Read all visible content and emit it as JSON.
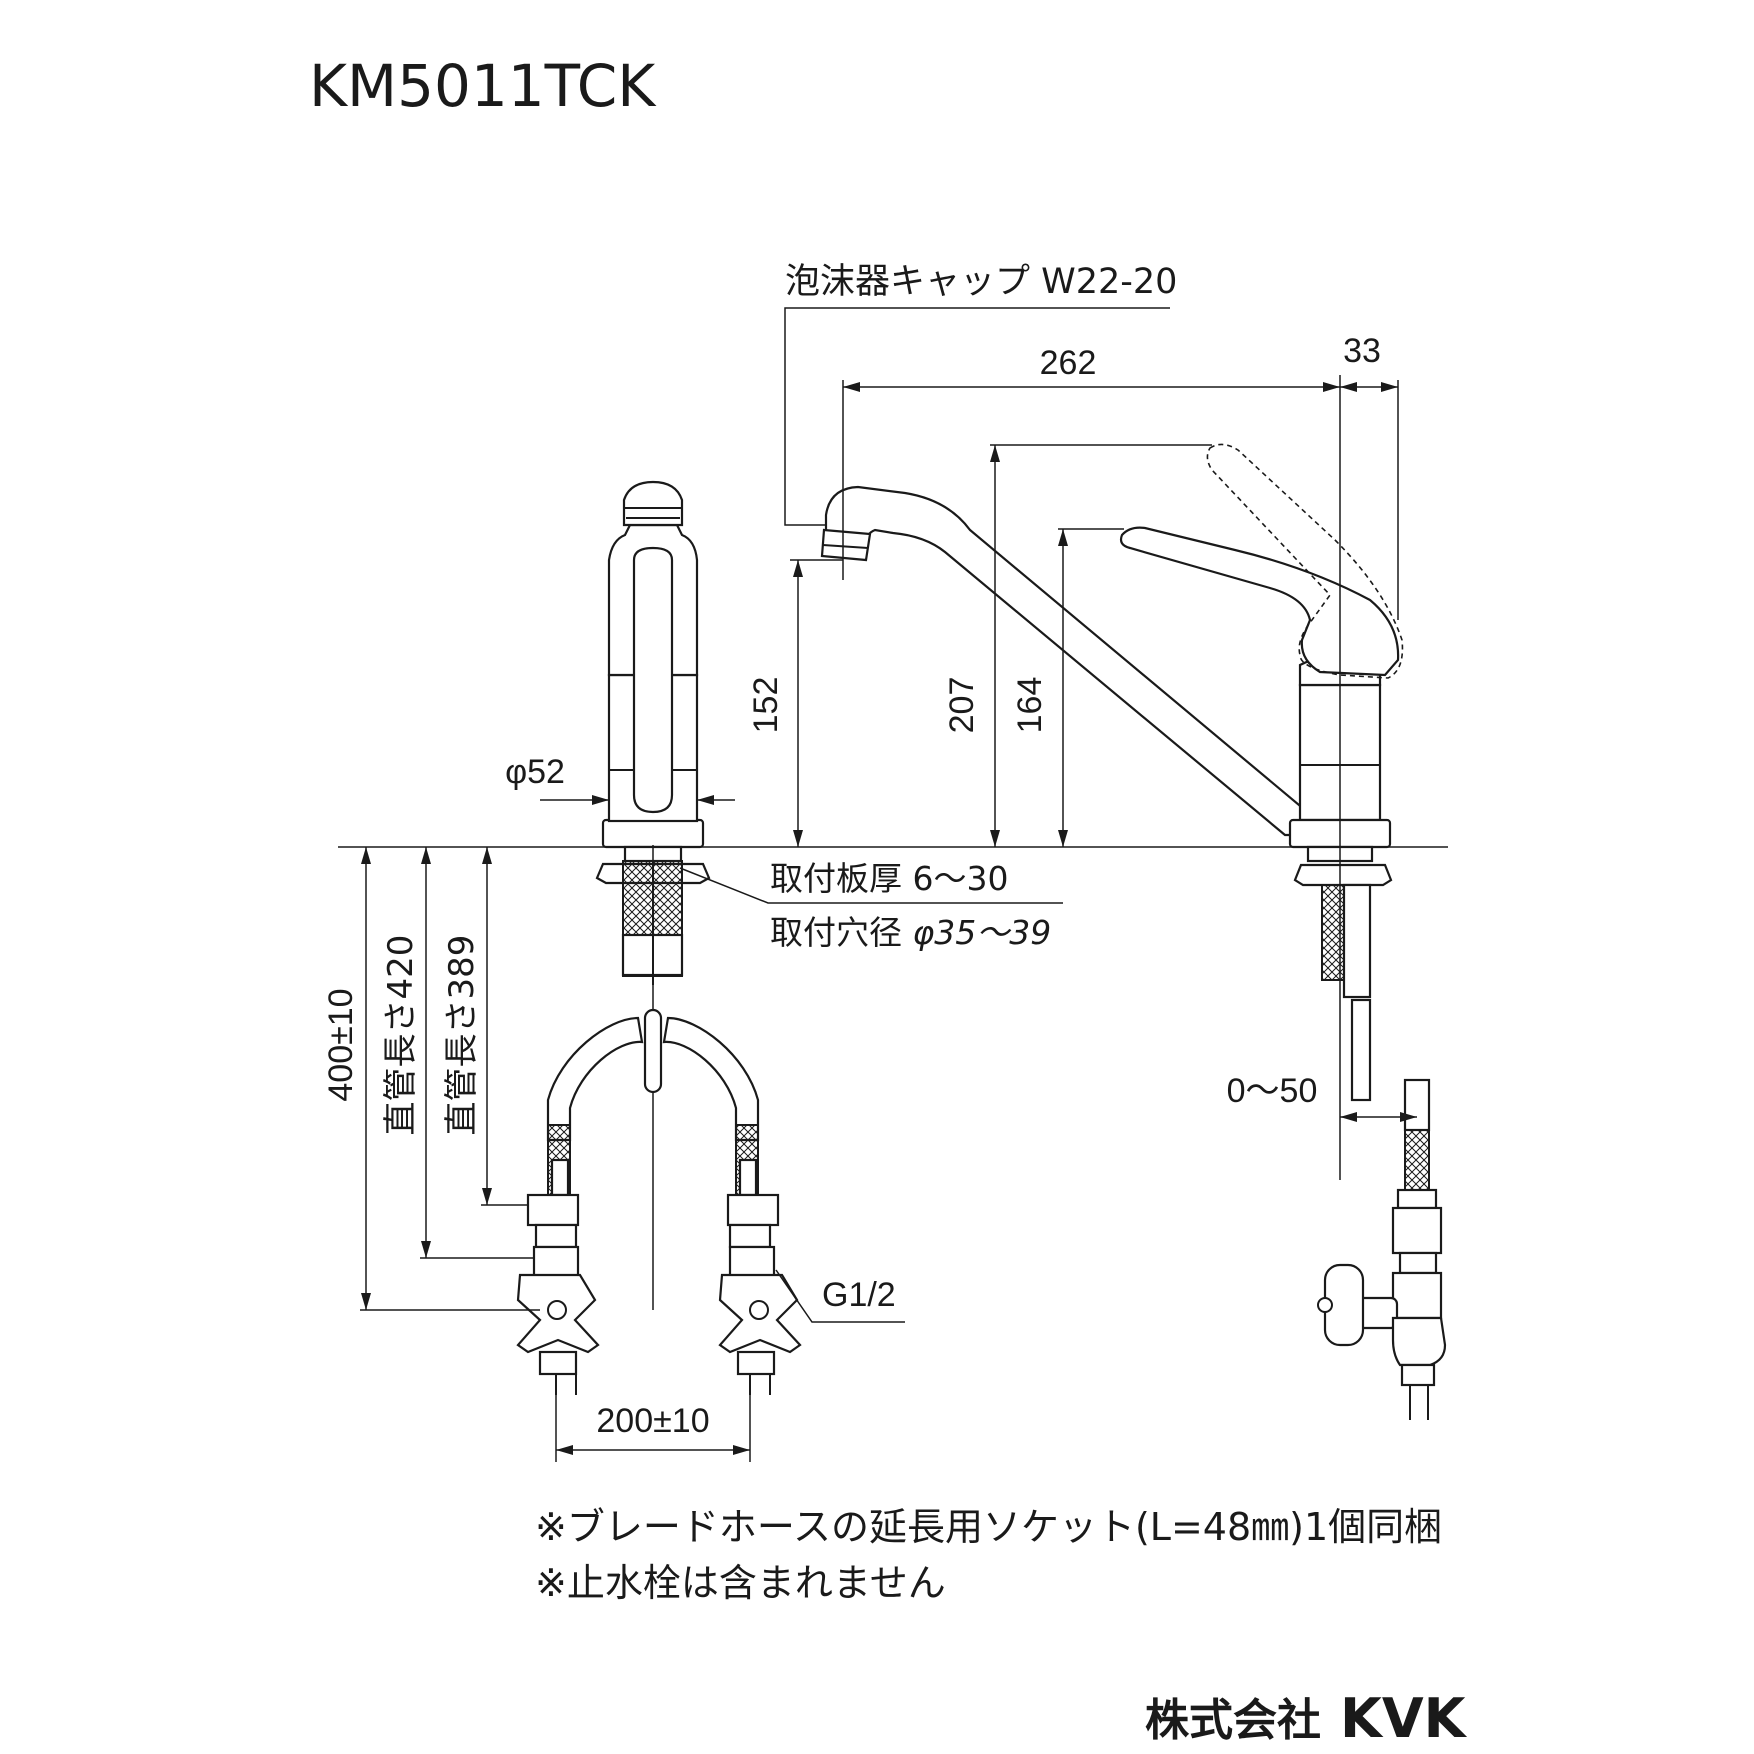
{
  "model_number": "KM5011TCK",
  "callouts": {
    "aerator": "泡沫器キャップ W22-20",
    "plate_thickness": "取付板厚 6～30",
    "hole_diameter_prefix": "取付穴径 ",
    "hole_diameter_value": "φ35～39",
    "thread": "G1/2"
  },
  "dimensions": {
    "spout_reach": "262",
    "handle_offset": "33",
    "spout_height": "152",
    "handle_lift_height": "207",
    "handle_height": "164",
    "body_diameter": "φ52",
    "hose_length": "400±10",
    "pipe_length_420": "直管長さ420",
    "pipe_length_389": "直管長さ389",
    "hose_spacing": "200±10",
    "wall_offset": "0～50"
  },
  "notes": [
    "※ブレードホースの延長用ソケット(L=48㎜)1個同梱",
    "※止水栓は含まれません"
  ],
  "manufacturer": {
    "prefix": "株式会社",
    "brand": "KVK"
  }
}
